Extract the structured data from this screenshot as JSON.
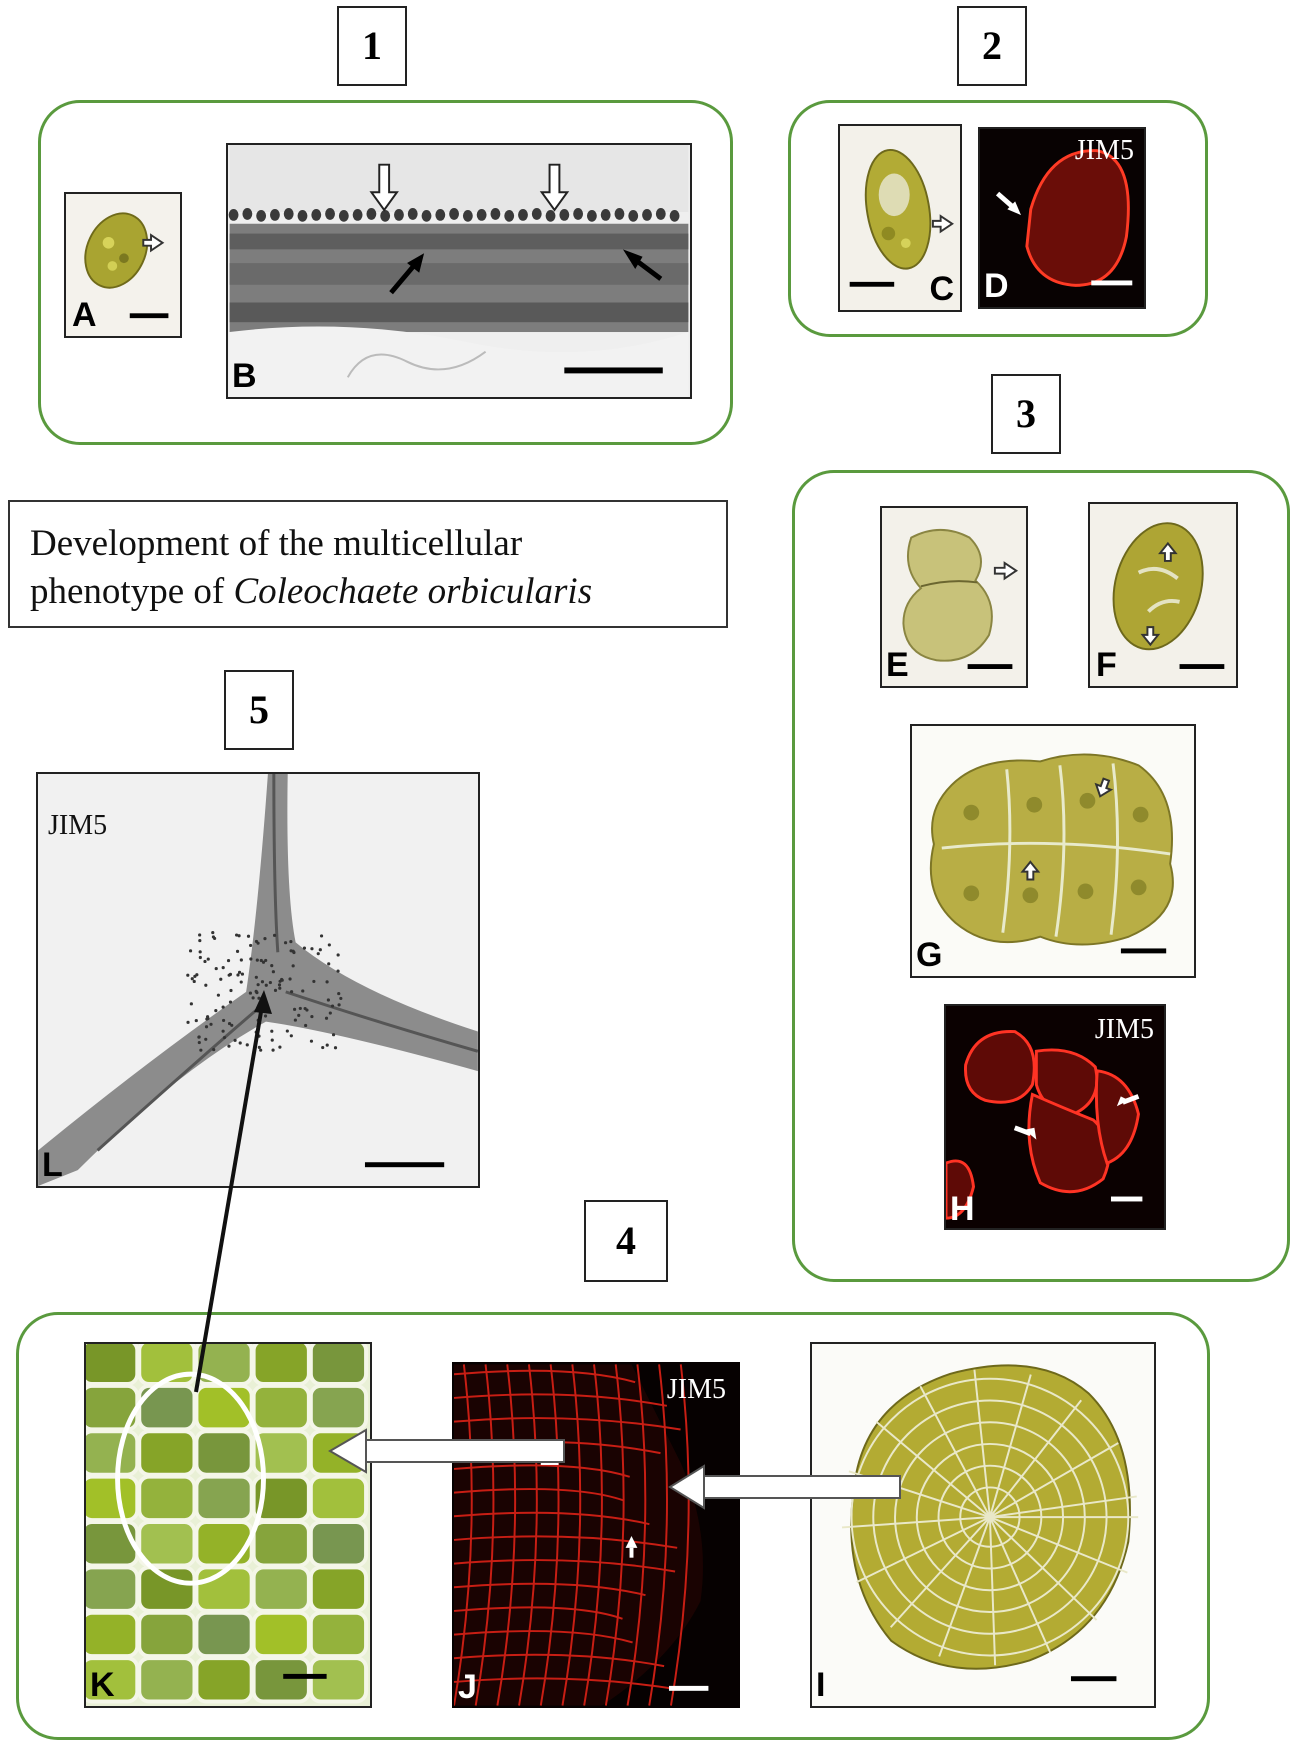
{
  "title": {
    "line1": "Development of the multicellular",
    "line2_prefix": "phenotype of ",
    "line2_species": "Coleochaete orbicularis"
  },
  "stages": [
    "1",
    "2",
    "3",
    "4",
    "5"
  ],
  "panels": {
    "A": {
      "letter": "A"
    },
    "B": {
      "letter": "B"
    },
    "C": {
      "letter": "C"
    },
    "D": {
      "letter": "D",
      "stain": "JIM5"
    },
    "E": {
      "letter": "E"
    },
    "F": {
      "letter": "F"
    },
    "G": {
      "letter": "G"
    },
    "H": {
      "letter": "H",
      "stain": "JIM5"
    },
    "I": {
      "letter": "I"
    },
    "J": {
      "letter": "J",
      "stain": "JIM5"
    },
    "K": {
      "letter": "K"
    },
    "L": {
      "letter": "L",
      "stain": "JIM5"
    }
  },
  "colors": {
    "group_border": "#5a9a3e",
    "algae_green": "#b7b640",
    "fluorescence_red": "#e0271b",
    "tem_gray": "#8a8a8a"
  }
}
